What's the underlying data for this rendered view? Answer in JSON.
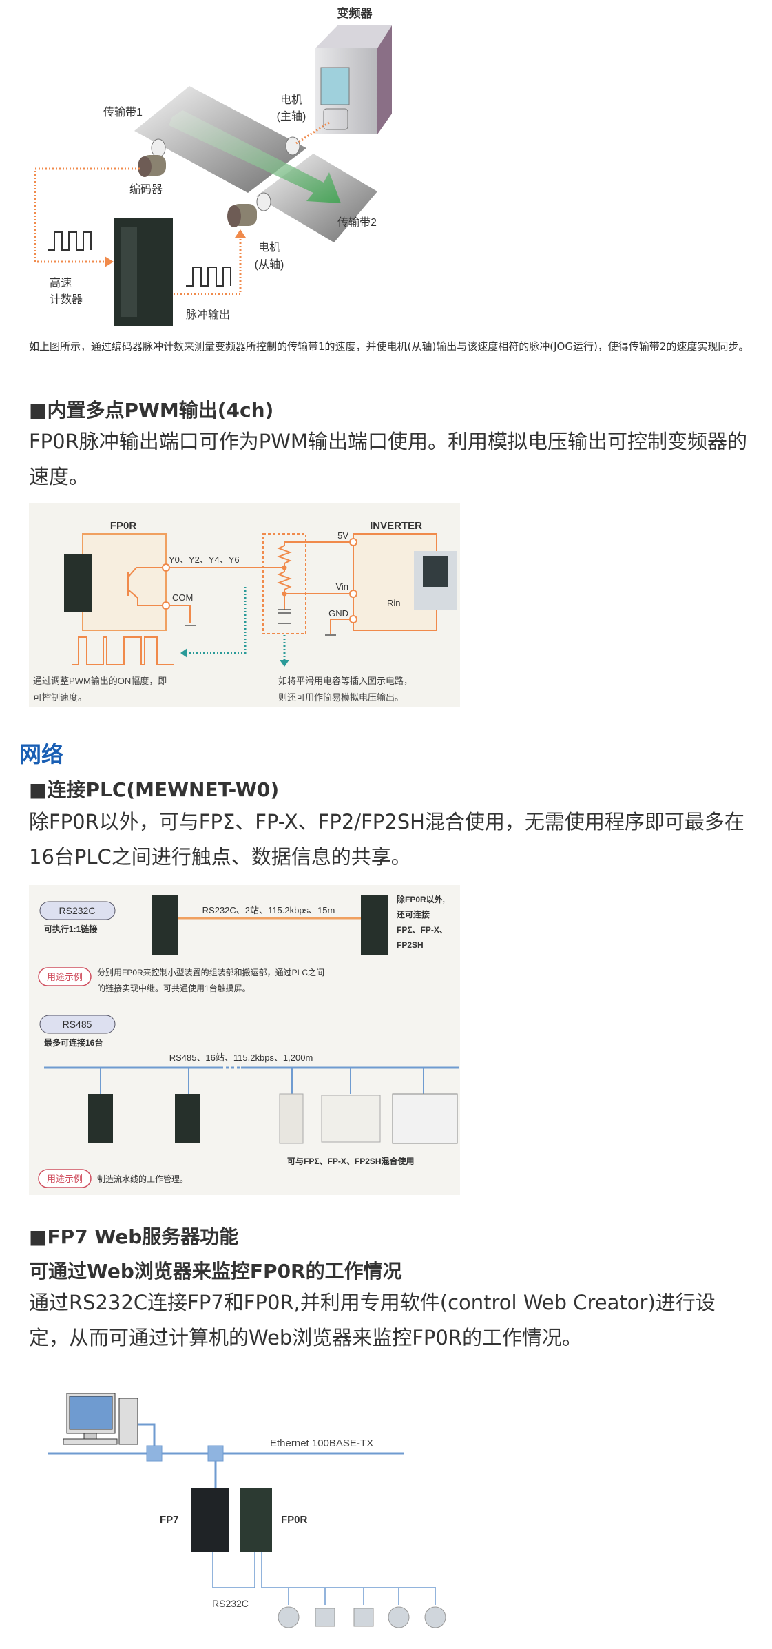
{
  "diagram1": {
    "inverter": "变频器",
    "belt1": "传输带1",
    "motor_main_1": "电机",
    "motor_main_2": "(主轴)",
    "encoder": "编码器",
    "belt2": "传输带2",
    "motor_slave_1": "电机",
    "motor_slave_2": "(从轴)",
    "counter_1": "高速",
    "counter_2": "计数器",
    "pulse_out": "脉冲输出"
  },
  "caption": "如上图所示，通过编码器脉冲计数来测量变频器所控制的传输带1的速度，并使电机(从轴)输出与该速度相符的脉冲(JOG运行)，使得传输带2的速度实现同步。",
  "pwm": {
    "heading": "■内置多点PWM输出(4ch)",
    "body": "FP0R脉冲输出端口可作为PWM输出端口使用。利用模拟电压输出可控制变频器的速度。",
    "diagram": {
      "fp0r": "FP0R",
      "outputs": "Y0、Y2、Y4、Y6",
      "com": "COM",
      "inverter": "INVERTER",
      "v5": "5V",
      "vin": "Vin",
      "gnd": "GND",
      "rin": "Rin",
      "note_left_1": "通过调整PWM输出的ON幅度，即",
      "note_left_2": "可控制速度。",
      "note_right_1": "如将平滑用电容等插入图示电路，",
      "note_right_2": "则还可用作简易模拟电压输出。"
    }
  },
  "network": {
    "section_title": "网络",
    "heading": "■连接PLC(MEWNET-W0)",
    "body": "除FP0R以外，可与FPΣ、FP-X、FP2/FP2SH混合使用，无需使用程序即可最多在16台PLC之间进行触点、数据信息的共享。",
    "diagram": {
      "rs232c_badge": "RS232C",
      "rs232c_sub": "可执行1:1链接",
      "rs232c_spec": "RS232C、2站、115.2kbps、15m",
      "right_1": "除FP0R以外,",
      "right_2": "还可连接",
      "right_3": "FPΣ、FP-X、",
      "right_4": "FP2SH",
      "example_badge": "用途示例",
      "example1_1": "分别用FP0R来控制小型装置的组装部和搬运部，通过PLC之间",
      "example1_2": "的链接实现中继。可共通使用1台触摸屏。",
      "rs485_badge": "RS485",
      "rs485_sub": "最多可连接16台",
      "rs485_spec": "RS485、16站、115.2kbps、1,200m",
      "mixed": "可与FPΣ、FP-X、FP2SH混合使用",
      "example2": "制造流水线的工作管理。"
    }
  },
  "web": {
    "heading": "■FP7 Web服务器功能",
    "subheading": "可通过Web浏览器来监控FP0R的工作情况",
    "body": "通过RS232C连接FP7和FP0R,并利用专用软件(control Web Creator)进行设定，从而可通过计算机的Web浏览器来监控FP0R的工作情况。",
    "diagram": {
      "ethernet": "Ethernet 100BASE-TX",
      "fp7": "FP7",
      "fp0r": "FP0R",
      "rs232c": "RS232C"
    }
  },
  "colors": {
    "accent_blue": "#1a5fb4",
    "orange": "#f08a4b",
    "teal": "#2a9a98",
    "bus_blue": "#6f9bd0"
  }
}
